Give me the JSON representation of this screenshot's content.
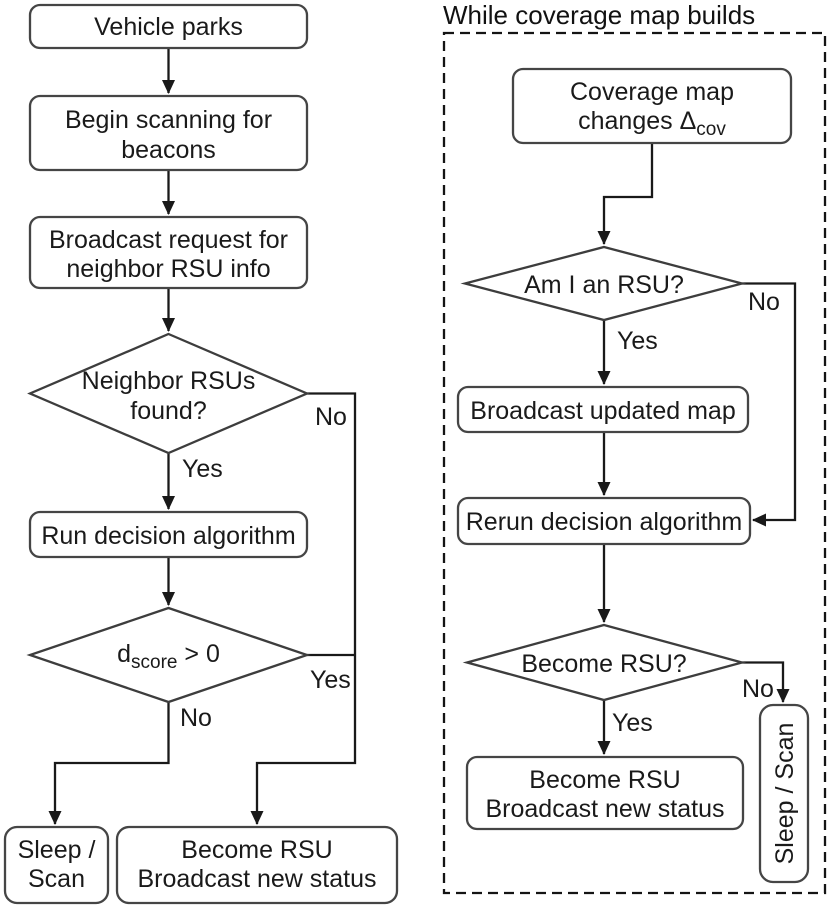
{
  "title": "While coverage map builds",
  "colors": {
    "background": "#ffffff",
    "shape_border": "#454545",
    "connector": "#191919",
    "text": "#1a1a1a"
  },
  "left_flow": {
    "vehicle_parks": {
      "line1": "Vehicle parks"
    },
    "begin_scanning": {
      "line1": "Begin scanning for",
      "line2": "beacons"
    },
    "broadcast_request": {
      "line1": "Broadcast request for",
      "line2": "neighbor RSU info"
    },
    "neighbor_rsus_found": {
      "line1": "Neighbor RSUs",
      "line2": "found?",
      "yes": "Yes",
      "no": "No"
    },
    "run_decision_algorithm": {
      "line1": "Run decision algorithm"
    },
    "d_score": {
      "base": "d",
      "subscript": "score",
      "rest": " > 0",
      "yes": "Yes",
      "no": "No"
    },
    "sleep_scan": {
      "line1": "Sleep /",
      "line2": "Scan"
    },
    "become_rsu": {
      "line1": "Become RSU",
      "line2": "Broadcast new status"
    }
  },
  "right_flow": {
    "coverage_map_changes": {
      "line1": "Coverage map",
      "line2_base": "changes Δ",
      "line2_sub": "cov"
    },
    "am_i_an_rsu": {
      "line1": "Am I an RSU?",
      "yes": "Yes",
      "no": "No"
    },
    "broadcast_updated_map": {
      "line1": "Broadcast updated map"
    },
    "rerun_decision_algorithm": {
      "line1": "Rerun decision algorithm"
    },
    "become_rsu_question": {
      "line1": "Become RSU?",
      "yes": "Yes",
      "no": "No"
    },
    "become_rsu_action": {
      "line1": "Become RSU",
      "line2": "Broadcast new status"
    },
    "sleep_scan_vertical": {
      "label": "Sleep / Scan"
    }
  }
}
